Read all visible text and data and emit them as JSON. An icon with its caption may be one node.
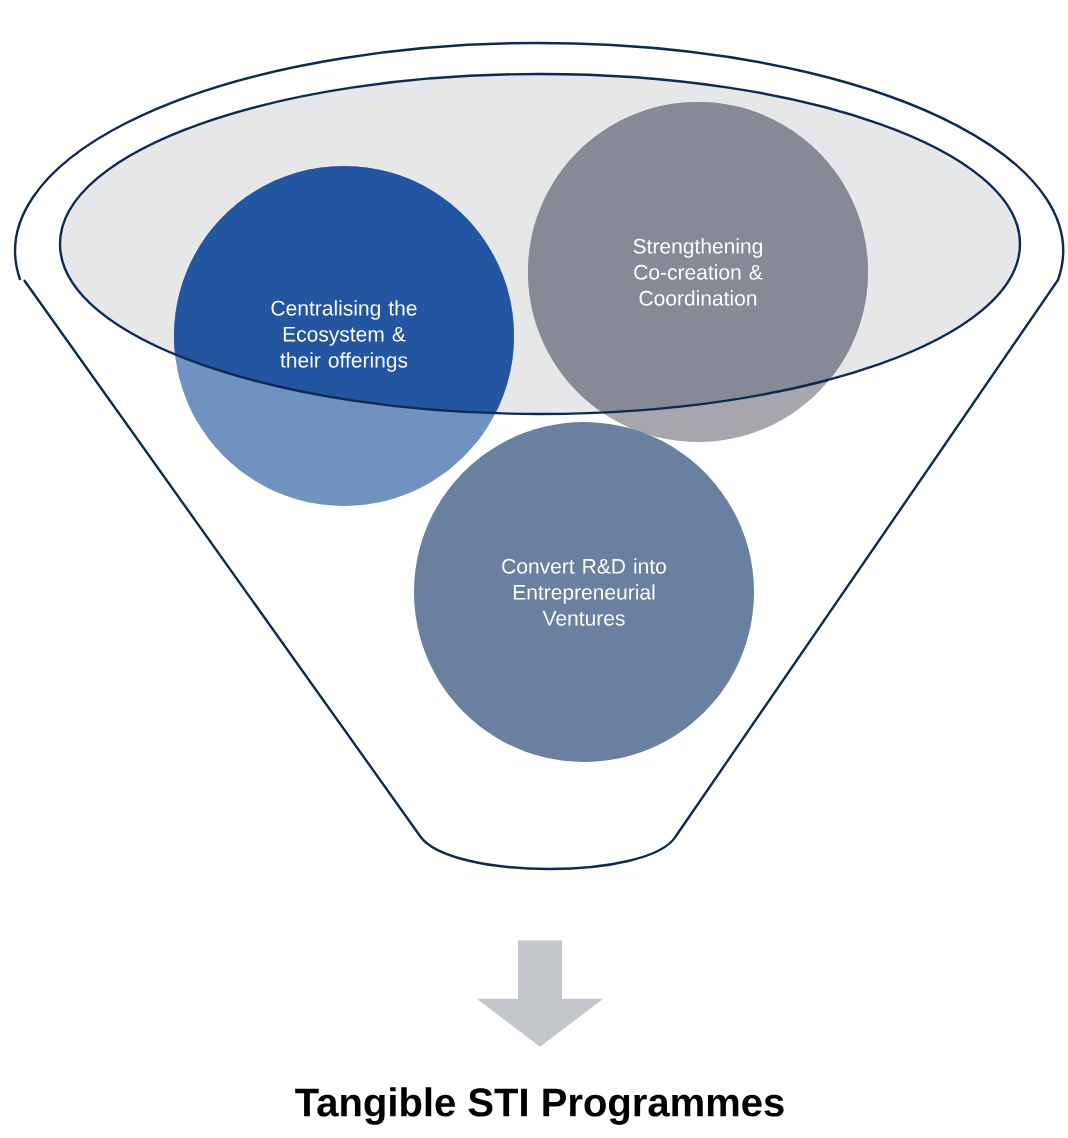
{
  "diagram": {
    "nodes": [
      {
        "text": [],
        "shape": "funnel"
      },
      {
        "text": [
          "Centralising the Ecosystem & their offerings"
        ],
        "in": 0
      },
      {
        "text": [
          "Strengthening Co-creation & Coordination"
        ],
        "in": 0
      },
      {
        "text": [
          "Convert R&D into Entrepreneurial Ventures"
        ],
        "in": 0
      },
      {
        "text": [
          "Tangible STI Programmes"
        ]
      }
    ],
    "edges": [
      {
        "from": 0,
        "to": 4,
        "arrow": "to"
      }
    ]
  }
}
